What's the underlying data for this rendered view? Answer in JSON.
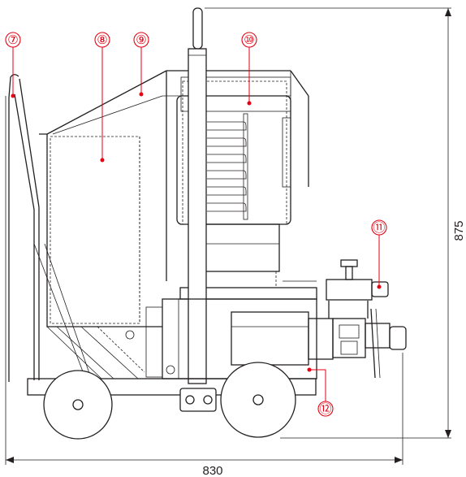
{
  "callouts": [
    "⑦",
    "⑧",
    "⑨",
    "⑩",
    "⑪",
    "⑫"
  ],
  "dimensions": {
    "width": "830",
    "height": "875"
  },
  "colors": {
    "line": "#231f20",
    "callout": "#e60012",
    "background": "#ffffff"
  }
}
